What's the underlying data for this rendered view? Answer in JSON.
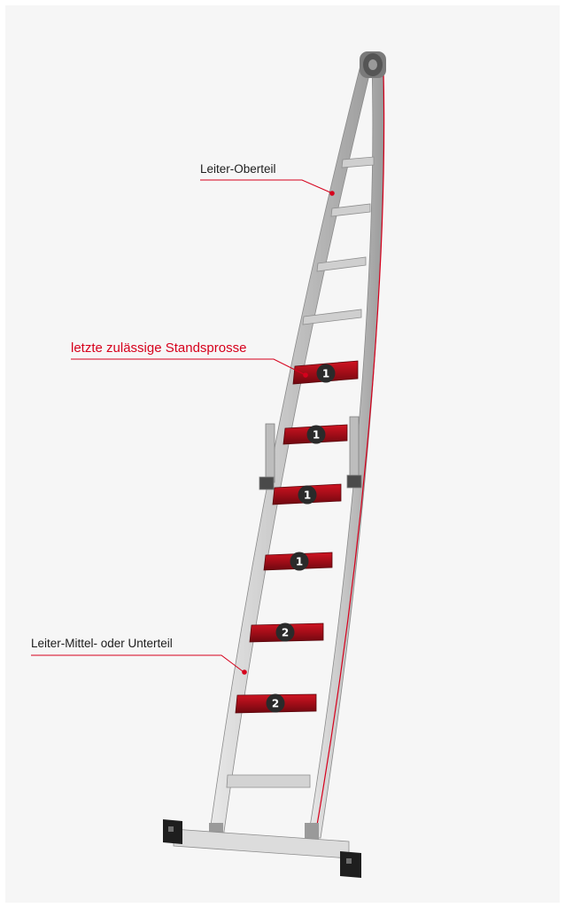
{
  "labels": {
    "upper_part": "Leiter-Oberteil",
    "last_standing_rung": "letzte zulässige Standsprosse",
    "middle_lower_part": "Leiter-Mittel- oder Unterteil"
  },
  "badges": [
    "1",
    "1",
    "1",
    "1",
    "2",
    "2"
  ],
  "colors": {
    "accent_red": "#d6001c",
    "rung_red": "#b0101e",
    "badge_fill": "#2a2a2a",
    "aluminium": "#c9c9c9",
    "panel_background": "#f6f6f6"
  },
  "icons": [
    "ladder-illustration",
    "top-roller-icon",
    "foot-cap-icon"
  ]
}
